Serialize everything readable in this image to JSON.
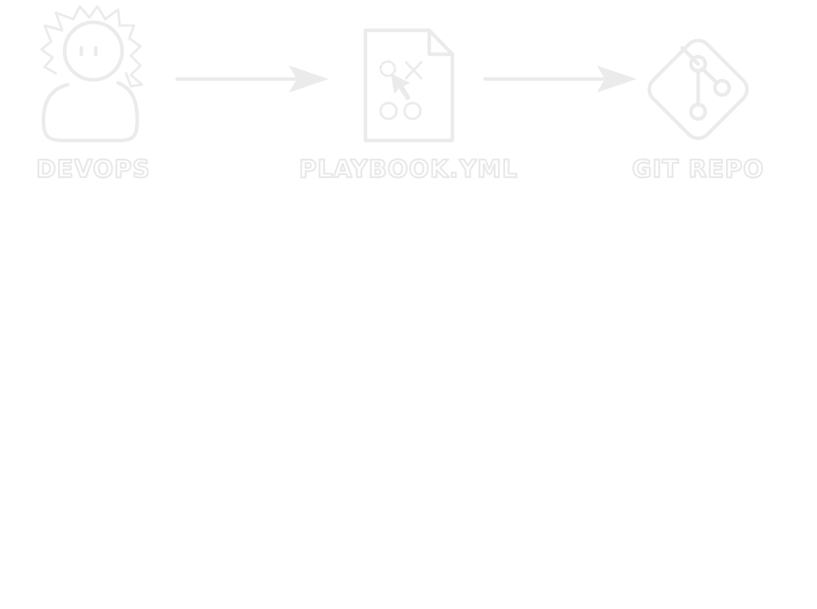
{
  "nodes": [
    {
      "id": "devops",
      "label": "DEVOPS",
      "icon": "person-icon"
    },
    {
      "id": "playbook",
      "label": "PLAYBOOK.YML",
      "icon": "playbook-file-icon"
    },
    {
      "id": "git-repo",
      "label": "GIT REPO",
      "icon": "git-icon"
    }
  ],
  "edges": [
    {
      "from": "devops",
      "to": "playbook"
    },
    {
      "from": "playbook",
      "to": "git-repo"
    }
  ],
  "colors": {
    "stroke": "#ebebeb",
    "background": "#ffffff"
  }
}
